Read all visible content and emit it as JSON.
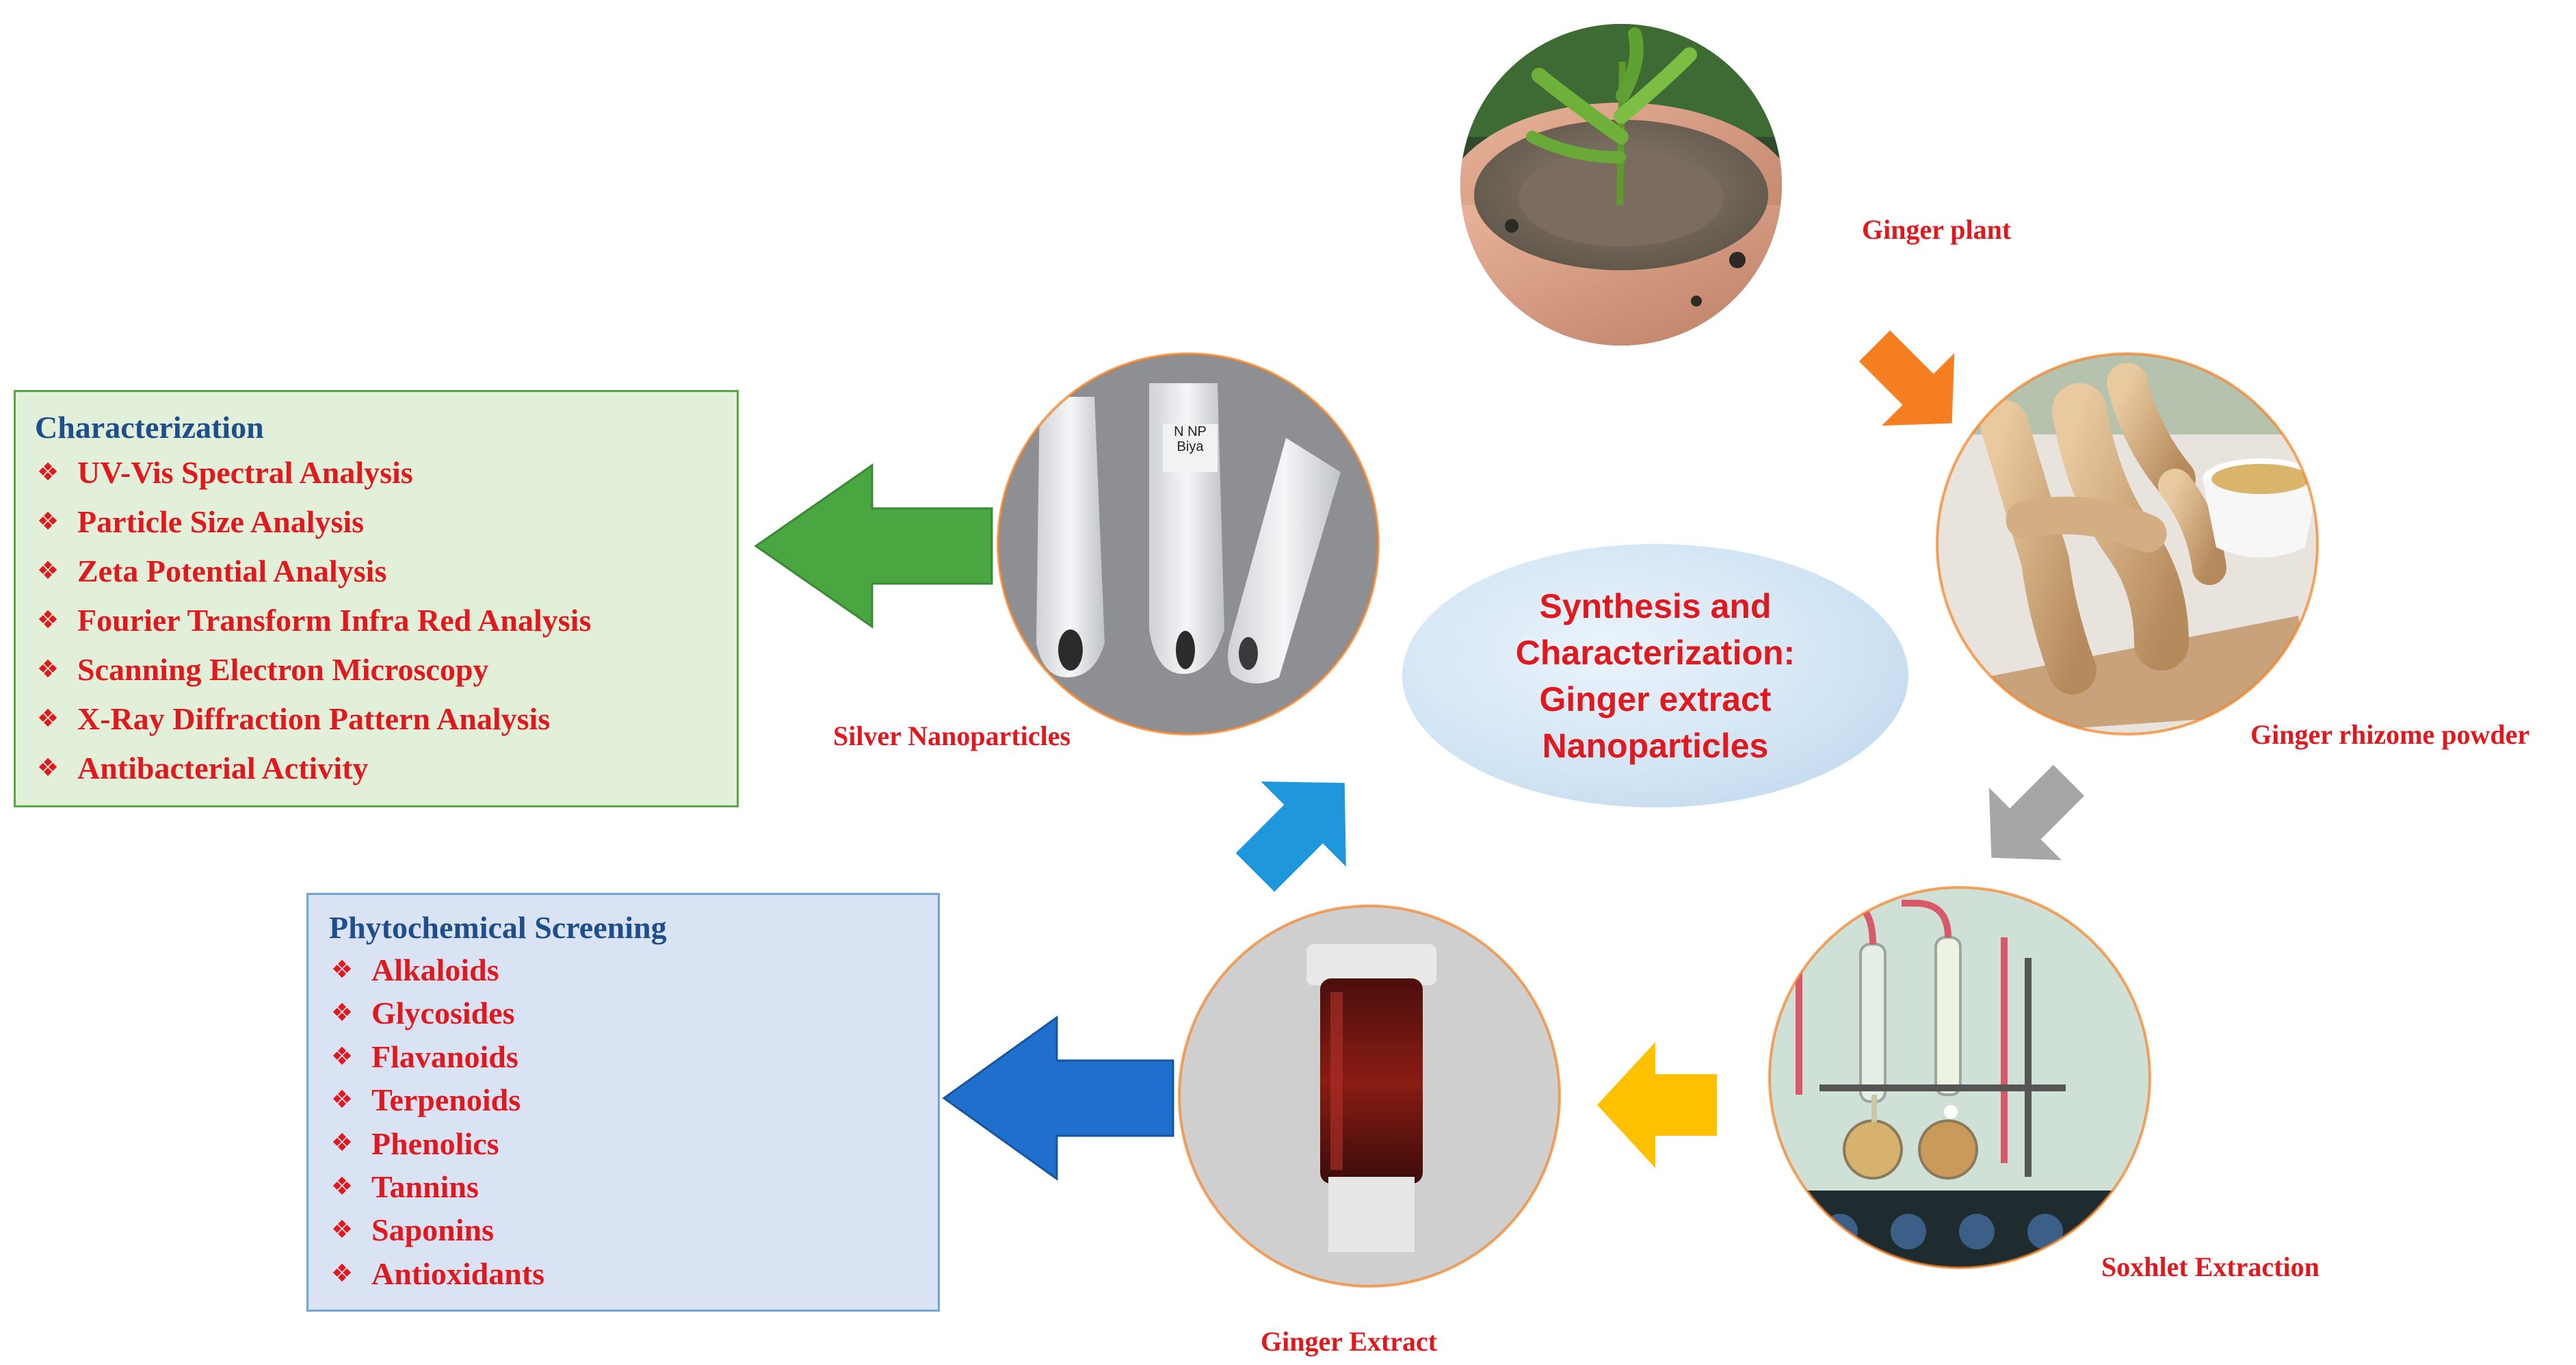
{
  "center": {
    "lines": [
      "Synthesis and",
      "Characterization:",
      "Ginger extract",
      "Nanoparticles"
    ]
  },
  "steps": [
    {
      "label": "Ginger plant"
    },
    {
      "label": "Ginger rhizome powder"
    },
    {
      "label": "Soxhlet Extraction"
    },
    {
      "label": "Ginger Extract"
    },
    {
      "label": "Silver Nanoparticles"
    }
  ],
  "tube_text": [
    "N",
    "NP",
    "Biya"
  ],
  "characterization": {
    "title": "Characterization",
    "items": [
      "UV-Vis Spectral Analysis",
      "Particle Size Analysis",
      "Zeta Potential Analysis",
      "Fourier Transform Infra Red Analysis",
      "Scanning Electron Microscopy",
      "X-Ray Diffraction Pattern Analysis",
      "Antibacterial Activity"
    ]
  },
  "phytochemical": {
    "title": "Phytochemical Screening",
    "items": [
      "Alkaloids",
      "Glycosides",
      "Flavanoids",
      "Terpenoids",
      "Phenolics",
      "Tannins",
      "Saponins",
      "Antioxidants"
    ]
  },
  "bullet_icon": "four-diamond-bullet-icon",
  "colors": {
    "label_red": "#e0191e",
    "title_blue": "#1f4e8c",
    "arrow_orange": "#f57f20",
    "arrow_gray": "#a6a6a6",
    "arrow_yellow": "#ffc000",
    "arrow_skyblue": "#1f97dc",
    "arrow_green": "#4aa641",
    "arrow_darkblue": "#1f6fcc"
  }
}
